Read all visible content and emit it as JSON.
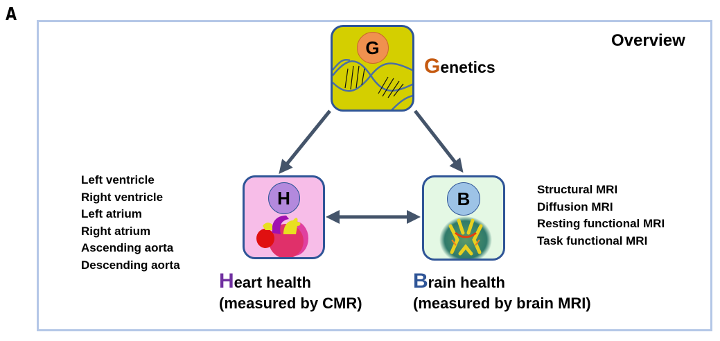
{
  "panel_label": "A",
  "overview_title": "Overview",
  "nodes": {
    "genetics": {
      "badge": "G",
      "label_initial": "G",
      "label_rest": "enetics",
      "icon": "dna-helix-icon"
    },
    "heart": {
      "badge": "H",
      "icon": "heart-3d-icon",
      "caption_initial": "H",
      "caption_rest": "eart health",
      "caption_sub": "(measured by CMR)"
    },
    "brain": {
      "badge": "B",
      "icon": "brain-mri-slice-icon",
      "caption_initial": "B",
      "caption_rest": "rain health",
      "caption_sub": "(measured by brain MRI)"
    }
  },
  "heart_measures": [
    "Left ventricle",
    "Right ventricle",
    "Left atrium",
    "Right atrium",
    "Ascending aorta",
    "Descending aorta"
  ],
  "brain_measures": [
    "Structural MRI",
    "Diffusion MRI",
    "Resting functional MRI",
    "Task functional MRI"
  ],
  "edges": [
    {
      "from": "genetics",
      "to": "heart",
      "type": "directed"
    },
    {
      "from": "genetics",
      "to": "brain",
      "type": "directed"
    },
    {
      "from": "heart",
      "to": "brain",
      "type": "bidirectional"
    }
  ],
  "colors": {
    "frame": "#b4c7e7",
    "node_border": "#2f5597",
    "arrow": "#44546a",
    "genetics_fill": "#d4cf00",
    "genetics_accent": "#c55a11",
    "heart_fill": "#f7bde8",
    "heart_accent": "#7030a0",
    "brain_fill": "#e4f8e4",
    "brain_accent": "#2f5597"
  }
}
